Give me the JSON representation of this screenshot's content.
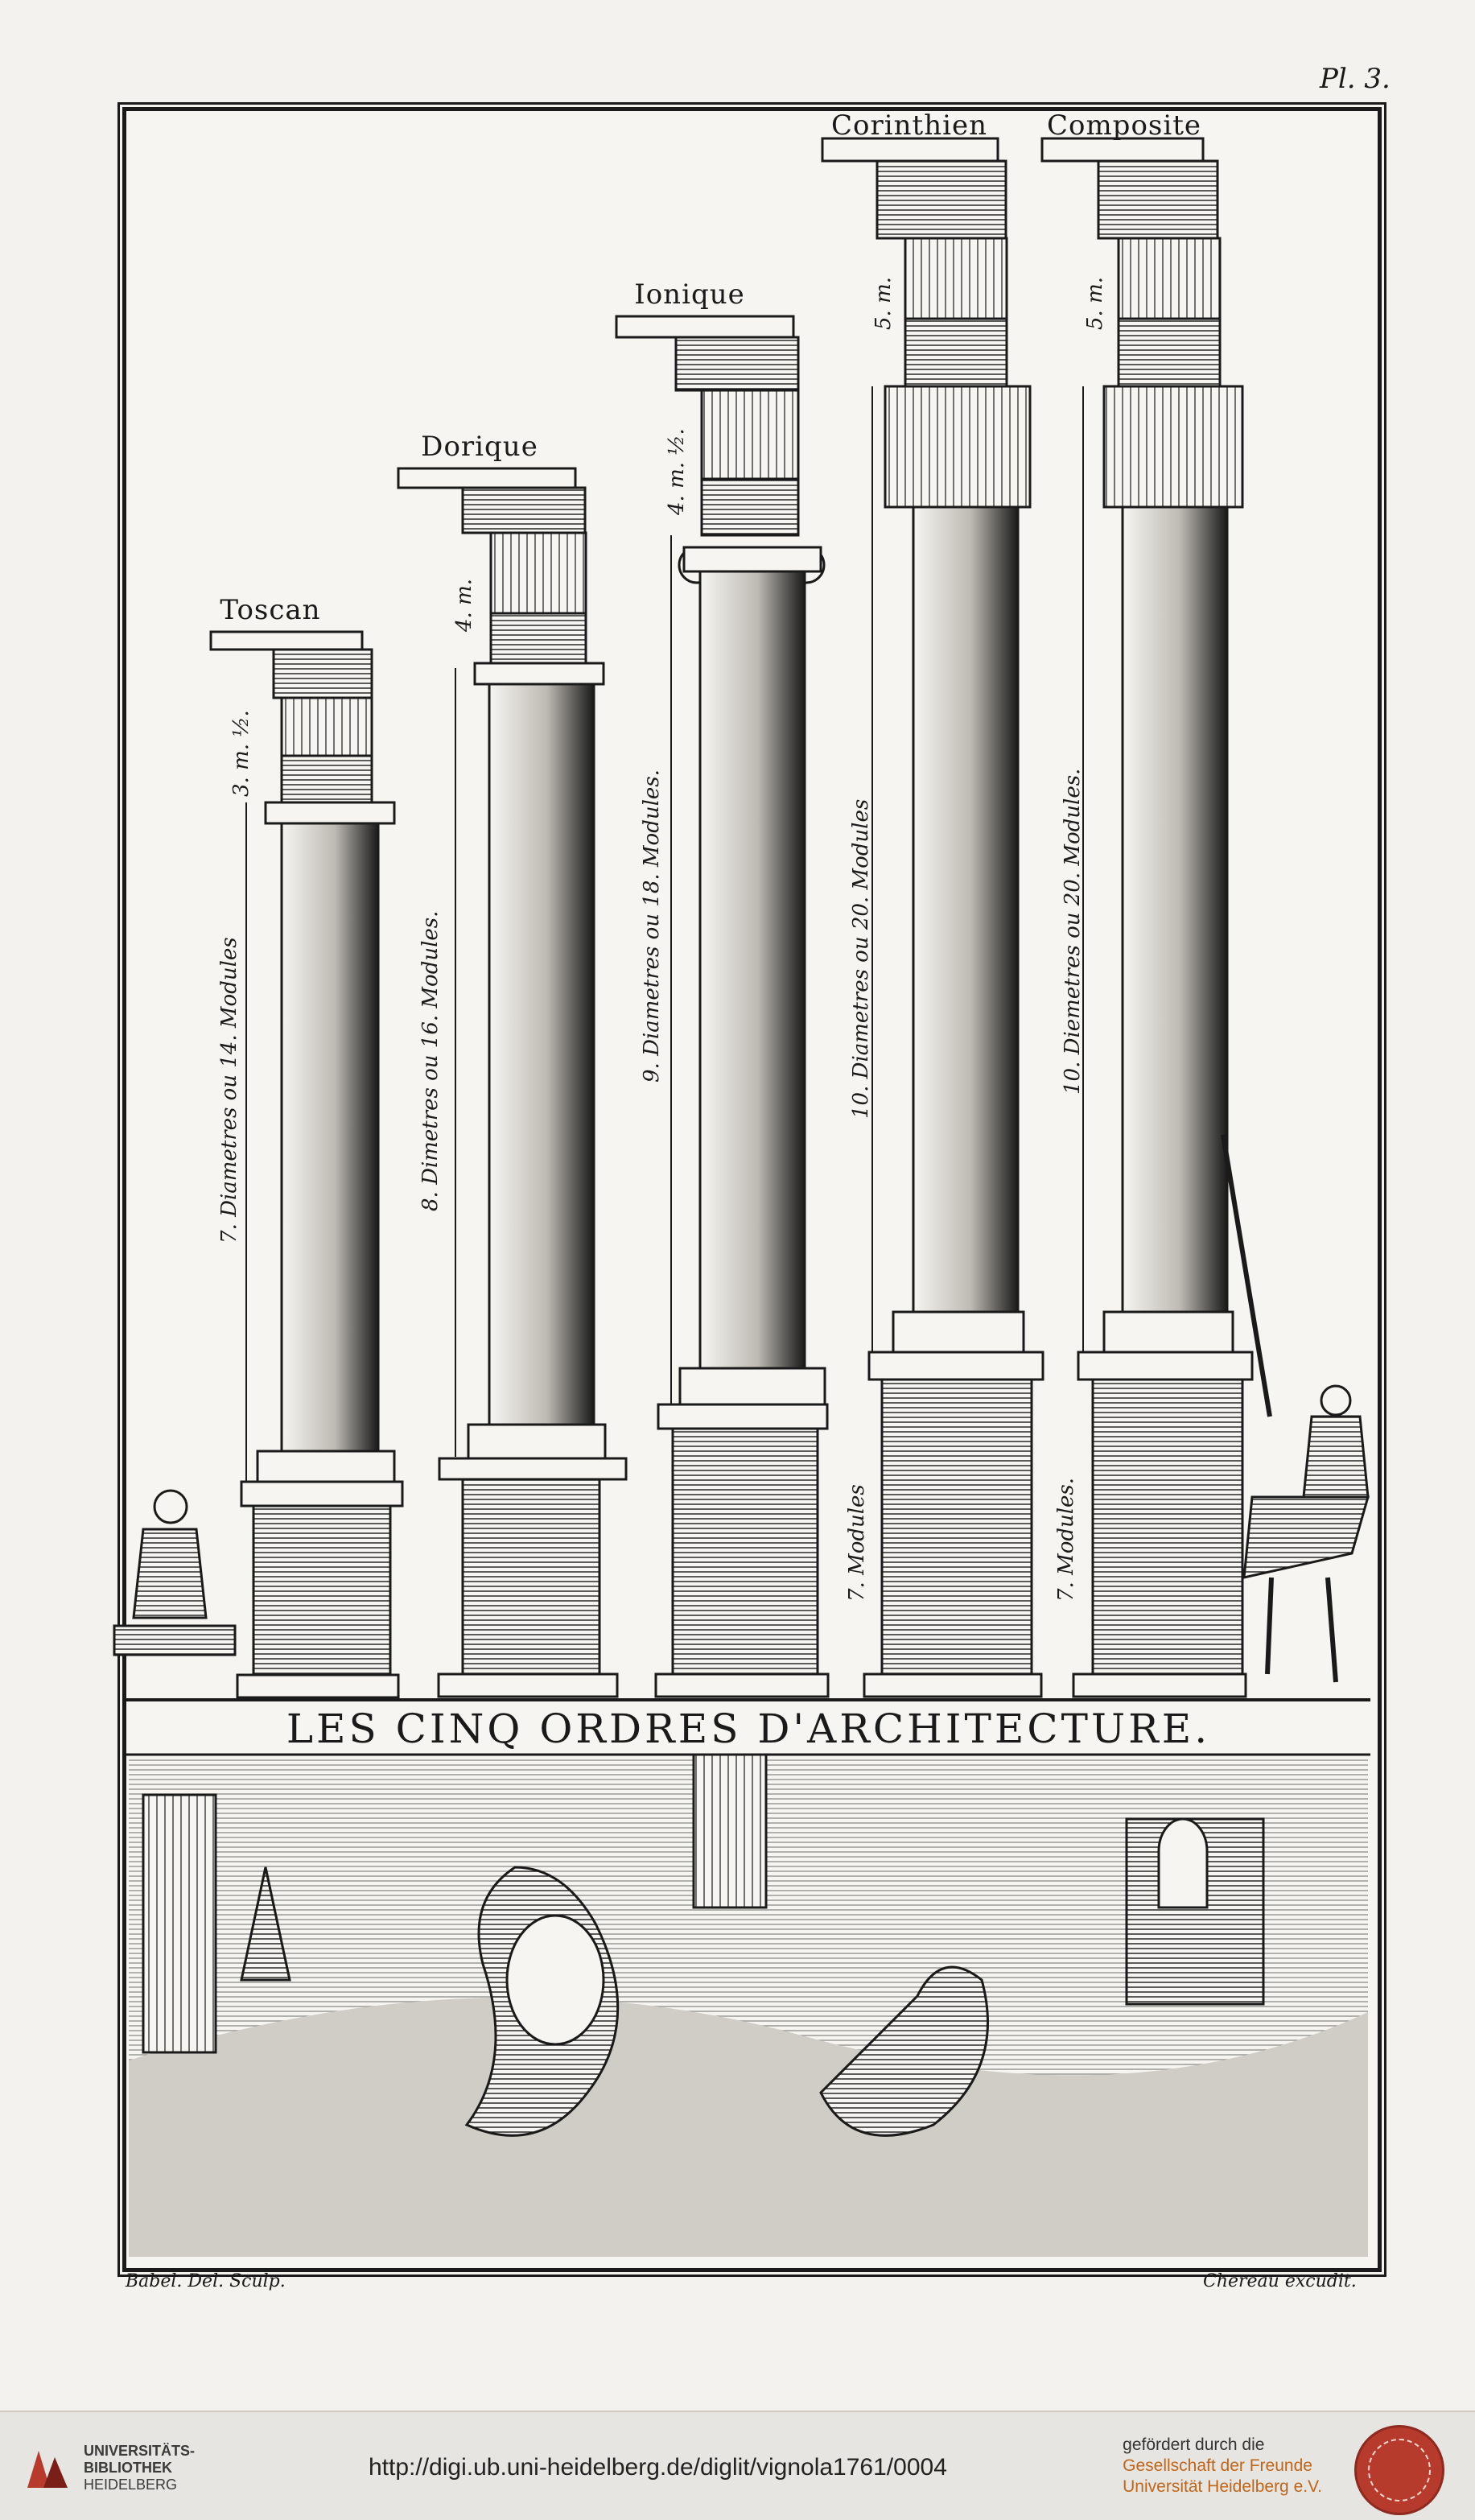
{
  "plate_number": "Pl. 3.",
  "orders": [
    {
      "name": "Toscan",
      "shaft_label": "7. Diametres ou 14. Modules",
      "entab_label": "3. m. ½."
    },
    {
      "name": "Dorique",
      "shaft_label": "8. Dimetres ou 16. Modules.",
      "entab_label": "4. m."
    },
    {
      "name": "Ionique",
      "shaft_label": "9. Diametres ou 18. Modules.",
      "entab_label": "4. m. ½."
    },
    {
      "name": "Corinthien",
      "shaft_label": "10. Diametres ou 20. Modules",
      "entab_label": "5. m.",
      "pedestal_label": "7. Modules"
    },
    {
      "name": "Composite",
      "shaft_label": "10. Diemetres ou 20. Modules.",
      "entab_label": "5. m.",
      "pedestal_label": "7. Modules."
    }
  ],
  "banner_title": "LES CINQ ORDRES D'ARCHITECTURE.",
  "credits": {
    "left": "Babel. Del. Sculp.",
    "right": "Chereau excudit."
  },
  "footer": {
    "library_line1": "UNIVERSITÄTS-",
    "library_line2": "BIBLIOTHEK",
    "library_line3": "HEIDELBERG",
    "url": "http://digi.ub.uni-heidelberg.de/diglit/vignola1761/0004",
    "sponsor_intro": "gefördert durch die",
    "sponsor_line1": "Gesellschaft der Freunde",
    "sponsor_line2": "Universität Heidelberg e.V."
  },
  "colors": {
    "ink": "#1a1a1a",
    "paper": "#f6f5f1",
    "footer_bg": "#e7e5e1",
    "sponsor_orange": "#c0661b",
    "seal_red": "#b73b2d"
  }
}
